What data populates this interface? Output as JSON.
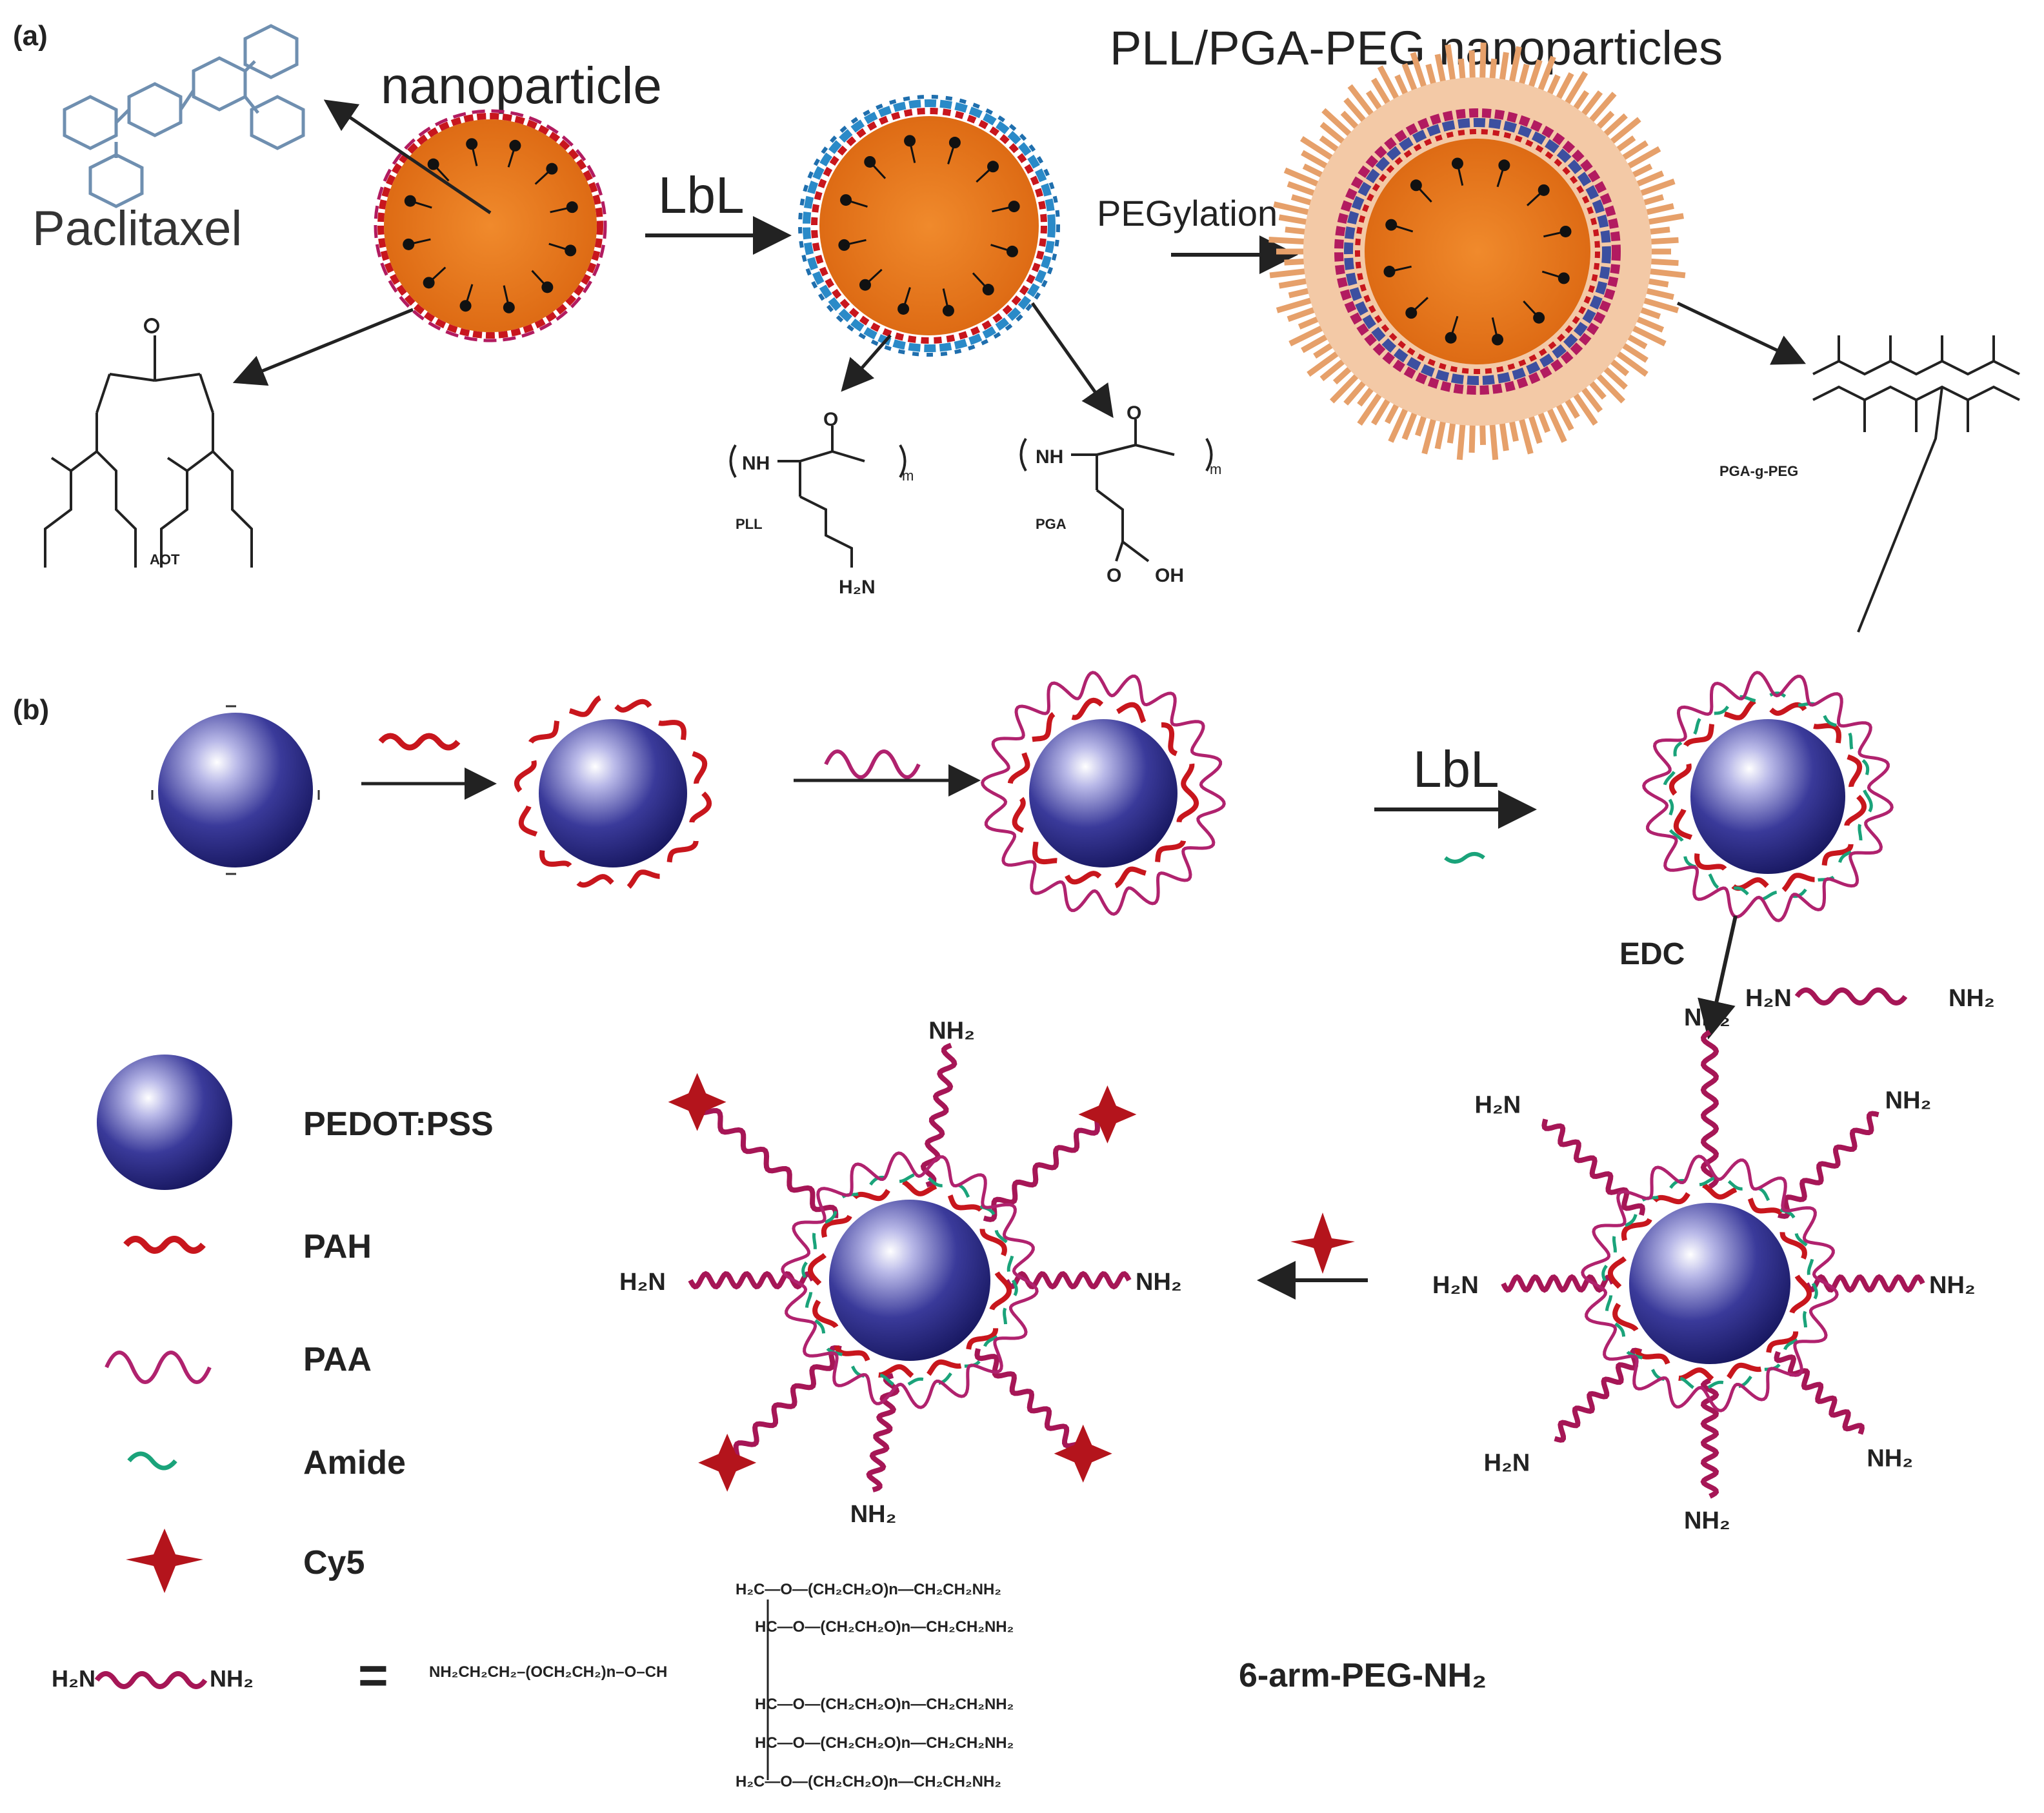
{
  "panel_a": {
    "label": "(a)",
    "title": "PLL/PGA-PEG nanoparticles",
    "nanoparticle_label": "nanoparticle",
    "drug_label": "Paclitaxel",
    "surfactant_label": "AOT",
    "arrow_lbl": "LbL",
    "arrow_peg": "PEGylation",
    "pll": {
      "label": "PLL",
      "nh": "NH",
      "o": "O",
      "m": "m",
      "amine": "H₂N"
    },
    "pga": {
      "label": "PGA",
      "nh": "NH",
      "o": "O",
      "m": "m",
      "acid": "O",
      "oh": "OH"
    },
    "graft_label": "PGA-g-PEG"
  },
  "panel_b": {
    "label": "(b)",
    "arrow_lbl": "LbL",
    "edc": "EDC",
    "linker": {
      "left": "H₂N",
      "right": "NH₂"
    },
    "amine_terminal": "NH₂",
    "amine_left": "H₂N"
  },
  "legend": [
    {
      "label": "PEDOT:PSS",
      "icon": "sphere-icon"
    },
    {
      "label": "PAH",
      "icon": "red-wave-icon"
    },
    {
      "label": "PAA",
      "icon": "magenta-wave-icon"
    },
    {
      "label": "Amide",
      "icon": "green-wave-icon"
    },
    {
      "label": "Cy5",
      "icon": "star-icon"
    }
  ],
  "formula": {
    "left": "H₂N",
    "right": "NH₂",
    "equals": "=",
    "main": "NH₂CH₂CH₂–(OCH₂CH₂)n–O–CH",
    "arms": [
      "H₂C—O—(CH₂CH₂O)n—CH₂CH₂NH₂",
      "HC—O—(CH₂CH₂O)n—CH₂CH₂NH₂",
      "HC—O—(CH₂CH₂O)n—CH₂CH₂NH₂",
      "HC—O—(CH₂CH₂O)n—CH₂CH₂NH₂",
      "H₂C—O—(CH₂CH₂O)n—CH₂CH₂NH₂"
    ],
    "name": "6-arm-PEG-NH₂"
  },
  "colors": {
    "core_orange": "#e8731e",
    "pah_red": "#c8161d",
    "paa_magenta": "#b0226e",
    "pll_blue": "#2a8ac8",
    "amide_green": "#1aa37a",
    "sphere_navy": "#1d1d6e",
    "peg_tan": "#e6a06a",
    "star_red": "#b4141c"
  }
}
